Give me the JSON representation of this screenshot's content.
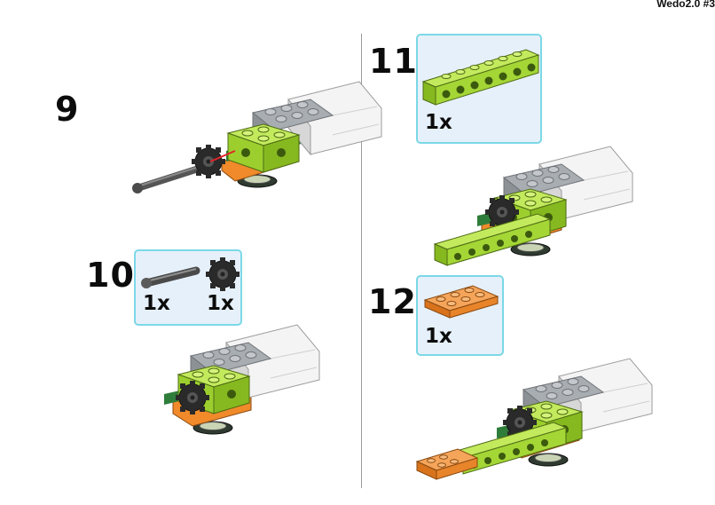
{
  "header": {
    "title": "Wedo2.0 #3"
  },
  "steps": [
    {
      "number": "9"
    },
    {
      "number": "10",
      "parts": [
        {
          "icon": "axle-icon",
          "qty": "1x"
        },
        {
          "icon": "gear-icon",
          "qty": "1x"
        }
      ]
    },
    {
      "number": "11",
      "parts": [
        {
          "icon": "lime-beam-icon",
          "qty": "1x"
        }
      ]
    },
    {
      "number": "12",
      "parts": [
        {
          "icon": "orange-plate-icon",
          "qty": "1x"
        }
      ]
    }
  ],
  "colors": {
    "lime": "#a4d636",
    "orange": "#f08a2a",
    "green": "#2f7d3a",
    "grey": "#9aa0a6",
    "dark": "#3a3a3a",
    "callout_bg": "#e6f0fa",
    "callout_border": "#7bd8e6"
  }
}
